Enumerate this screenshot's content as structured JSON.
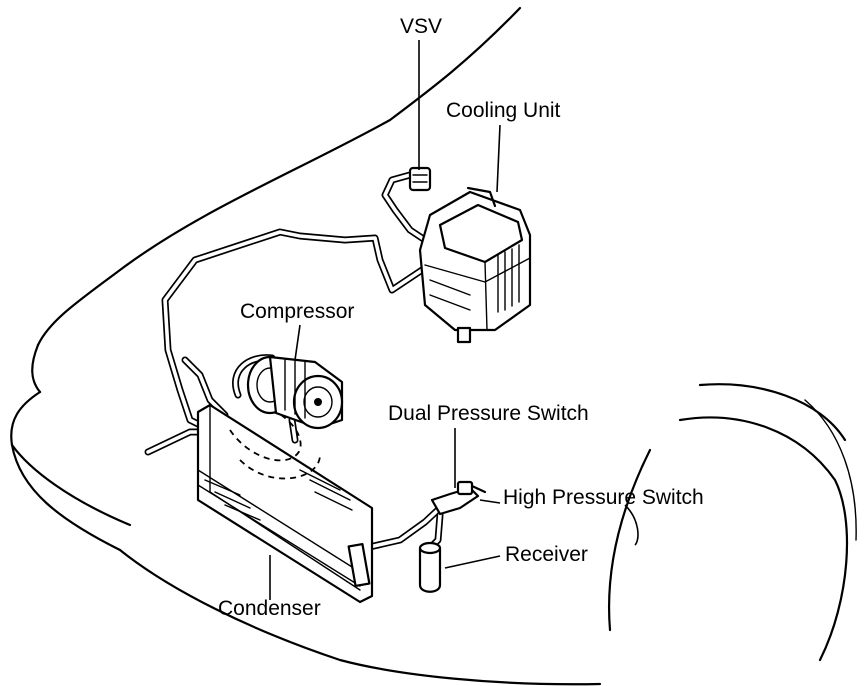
{
  "labels": {
    "vsv": "VSV",
    "cooling_unit": "Cooling Unit",
    "compressor": "Compressor",
    "dual_pressure_switch": "Dual Pressure Switch",
    "high_pressure_switch": "High Pressure Switch",
    "receiver": "Receiver",
    "condenser": "Condenser"
  },
  "colors": {
    "ink": "#000000",
    "paper": "#ffffff"
  }
}
